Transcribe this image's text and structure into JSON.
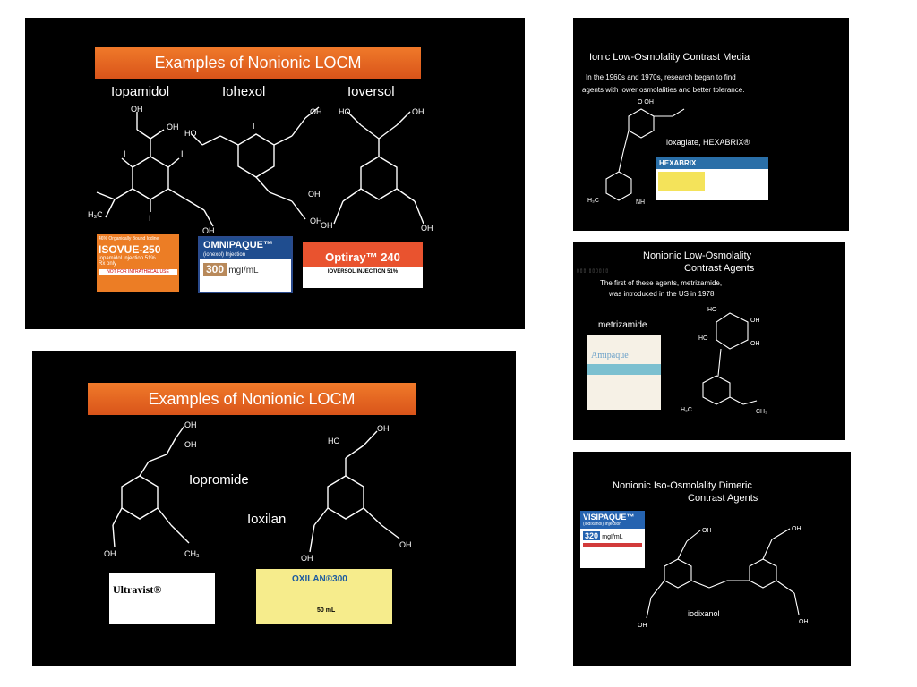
{
  "slide1": {
    "banner": "Examples of Nonionic LOCM",
    "names": [
      "Iopamidol",
      "Iohexol",
      "Ioversol"
    ],
    "isovue": {
      "top": "46% Organically Bound Iodine",
      "name": "ISOVUE-250",
      "sub": "Iopamidol Injection 51%",
      "rx": "Rx only",
      "warn": "NOT FOR INTRATHECAL USE"
    },
    "omnipaque": {
      "name": "OMNIPAQUE™",
      "sub": "(iohexol) Injection",
      "dose": "300",
      "unit": "mgI/mL"
    },
    "optiray": {
      "name": "Optiray™ 240",
      "sub": "IOVERSOL INJECTION 51%"
    }
  },
  "slide2": {
    "banner": "Examples of Nonionic LOCM",
    "names": [
      "Iopromide",
      "Ioxilan"
    ],
    "ultravist": {
      "name": "Ultravist®"
    },
    "oxilan": {
      "name": "OXILAN®300",
      "dose": "50 mL"
    }
  },
  "slide3": {
    "title": "Ionic Low-Osmolality Contrast Media",
    "text1": "In the 1960s and 1970s, research began to find",
    "text2": "agents with lower osmolalities and better tolerance.",
    "caption": "ioxaglate, HEXABRIX®",
    "pkg": "HEXABRIX"
  },
  "slide4": {
    "title1": "Nonionic Low-Osmolality",
    "title2": "Contrast Agents",
    "text1": "The first of these agents, metrizamide,",
    "text2": "was introduced in the US in 1978",
    "name": "metrizamide",
    "pkg": "Amipaque"
  },
  "slide5": {
    "title1": "Nonionic Iso-Osmolality Dimeric",
    "title2": "Contrast Agents",
    "name": "iodixanol",
    "visipaque": {
      "name": "VISIPAQUE™",
      "sub": "(iodixanol) Injection",
      "dose": "320",
      "unit": "mgI/mL"
    }
  },
  "colors": {
    "banner": "#e8662a",
    "slide_bg": "#000000",
    "page_bg": "#ffffff"
  }
}
